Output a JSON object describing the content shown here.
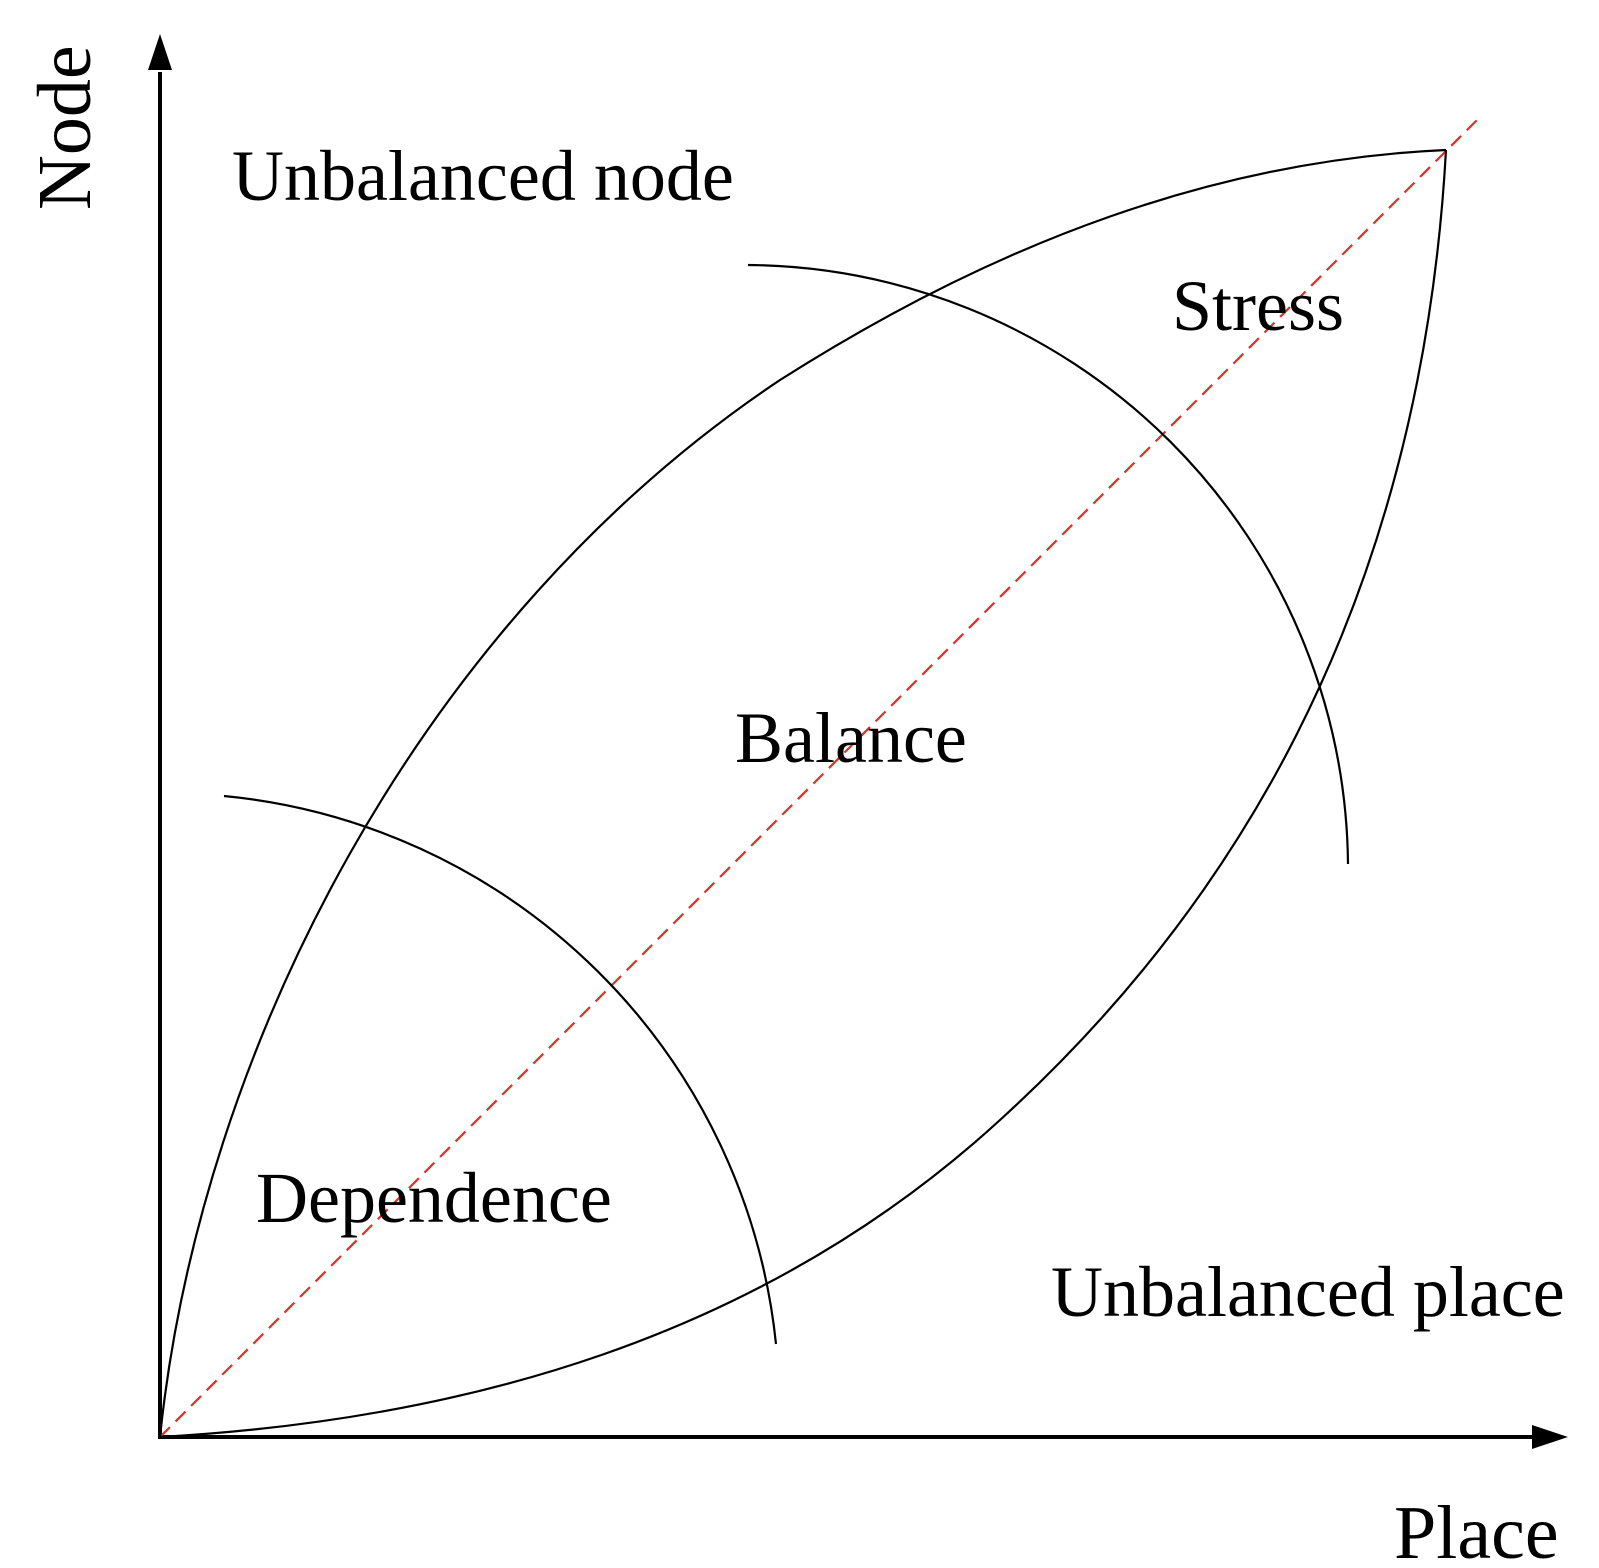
{
  "diagram": {
    "axes": {
      "x_label": "Place",
      "y_label": "Node"
    },
    "regions": {
      "unbalanced_node": "Unbalanced node",
      "stress": "Stress",
      "balance": "Balance",
      "dependence": "Dependence",
      "unbalanced_place": "Unbalanced place"
    },
    "colors": {
      "lines": "#000000",
      "diagonal": "#e0302a",
      "background": "#ffffff"
    }
  }
}
